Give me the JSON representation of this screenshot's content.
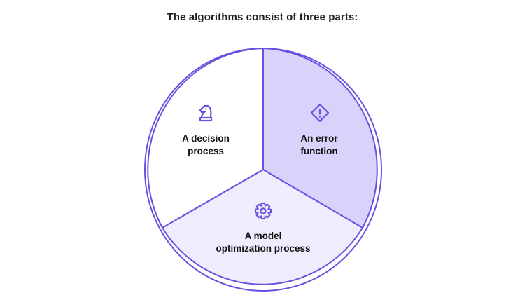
{
  "title": "The algorithms consist of three parts:",
  "segments": [
    {
      "line1": "A decision",
      "line2": "process",
      "icon": "chess-knight-icon"
    },
    {
      "line1": "An error",
      "line2": "function",
      "icon": "warning-diamond-icon"
    },
    {
      "line1": "A model",
      "line2": "optimization process",
      "icon": "gear-icon"
    }
  ],
  "colors": {
    "outline": "#6b4fe0",
    "error_fill": "#d9d3fb",
    "optimization_fill": "#efecfd",
    "decision_fill": "#ffffff",
    "text": "#1f1f1f"
  }
}
